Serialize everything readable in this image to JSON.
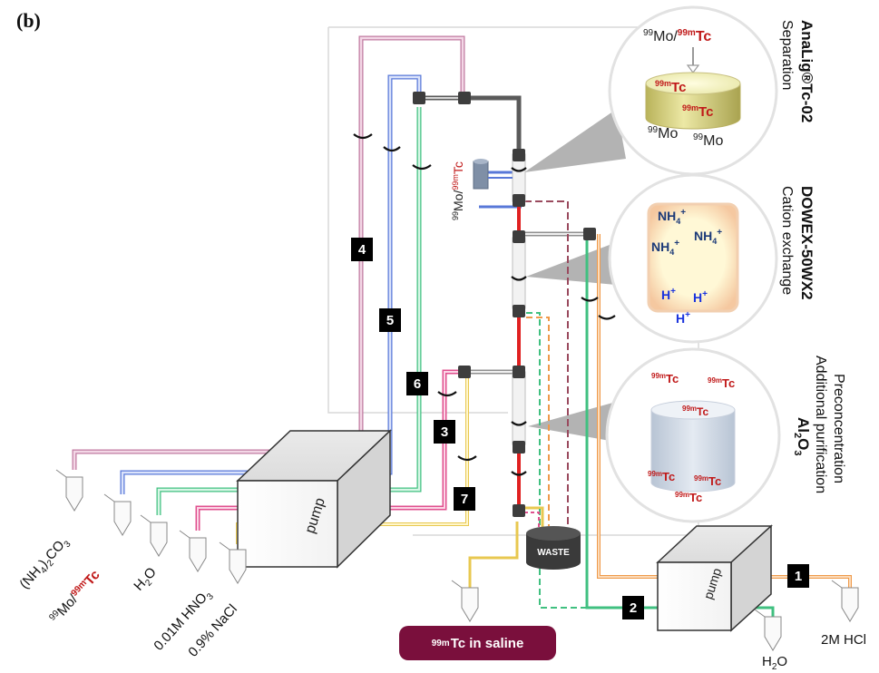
{
  "panel_label": "(b)",
  "columns": [
    {
      "title": "AnaLig®Tc-02",
      "subtitle": "Separation"
    },
    {
      "title": "DOWEX-50WX2",
      "subtitle": "Cation exchange"
    },
    {
      "title_main": "Al",
      "title_sub1": "2",
      "title_mid": "O",
      "title_sub2": "3",
      "subtitle1": "Additional purification",
      "subtitle2": "Preconcentration"
    }
  ],
  "circle1": {
    "top_mo": "Mo/",
    "top_tc": "Tc",
    "inner_tc": "Tc",
    "bottom_mo": "Mo",
    "sup99": "99",
    "sup99m": "99m"
  },
  "circle2": {
    "nh4": "NH",
    "nh4_sub": "4",
    "plus": "+",
    "h": "H"
  },
  "circle3": {
    "tc": "Tc",
    "sup": "99m"
  },
  "column_label": {
    "mo": "Mo/",
    "tc": "Tc",
    "sup99": "99",
    "sup99m": "99m"
  },
  "pump_label": "pump",
  "waste_label": "WASTE",
  "numbers": [
    "1",
    "2",
    "3",
    "4",
    "5",
    "6",
    "7"
  ],
  "reservoirs": [
    {
      "pre": "(NH",
      "sub1": "4",
      "mid": ")",
      "sub2": "2",
      "post": "CO",
      "sub3": "3"
    },
    {
      "sup": "99",
      "pre": "Mo/",
      "sup2": "99m",
      "tc": "Tc"
    },
    {
      "pre": "H",
      "sub": "2",
      "post": "O"
    },
    {
      "pre": "0.01M HNO",
      "sub": "3"
    },
    {
      "text": "0.9% NaCl"
    }
  ],
  "right_reservoirs": {
    "h2o_pre": "H",
    "h2o_sub": "2",
    "h2o_post": "O",
    "hcl": "2M HCl"
  },
  "product": {
    "sup": "99m",
    "text": "Tc in saline"
  },
  "colors": {
    "pink": "#e7a0c8",
    "blue": "#6b8fe6",
    "green": "#5ad09a",
    "hotpink": "#e0508f",
    "yellow": "#f0d878",
    "orange": "#ef9a4a",
    "red": "#e02020",
    "gray": "#5a5a5a",
    "wine": "#7a0f3c",
    "dashred": "#b05070"
  }
}
